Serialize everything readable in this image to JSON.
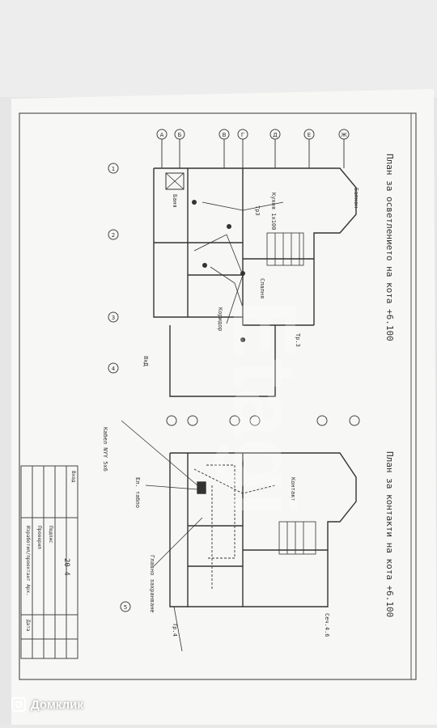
{
  "plan_top_title": "План за осветлението на кота +6.100",
  "plan_bottom_title": "План за контакти на кота +6.100",
  "watermark": "Etagi",
  "brand": "Домклик",
  "stamp": {
    "sheet_no": "20-4",
    "lines": [
      "Изработил/проектант Арх.",
      "Проверил",
      "Подпис",
      "Дата",
      "Вход"
    ]
  },
  "top_labels": [
    {
      "text": "Балкон"
    },
    {
      "text": "Коридор"
    },
    {
      "text": "Тр3"
    },
    {
      "text": "Кухня 1x100"
    },
    {
      "text": "Спалня"
    },
    {
      "text": "Баня"
    },
    {
      "text": "ВхД"
    },
    {
      "text": "Тр.3"
    }
  ],
  "bottom_labels": [
    {
      "text": "Кабел NYY 5x6"
    },
    {
      "text": "Ел. табло"
    },
    {
      "text": "Главно захранване"
    },
    {
      "text": "Контакт"
    },
    {
      "text": "Тр.4"
    },
    {
      "text": "Сеч.4.6"
    }
  ],
  "axis_letters": [
    "А",
    "Б",
    "В",
    "Г",
    "Д",
    "Е",
    "Ж"
  ],
  "axis_numbers": [
    "1",
    "2",
    "3",
    "4",
    "5"
  ]
}
